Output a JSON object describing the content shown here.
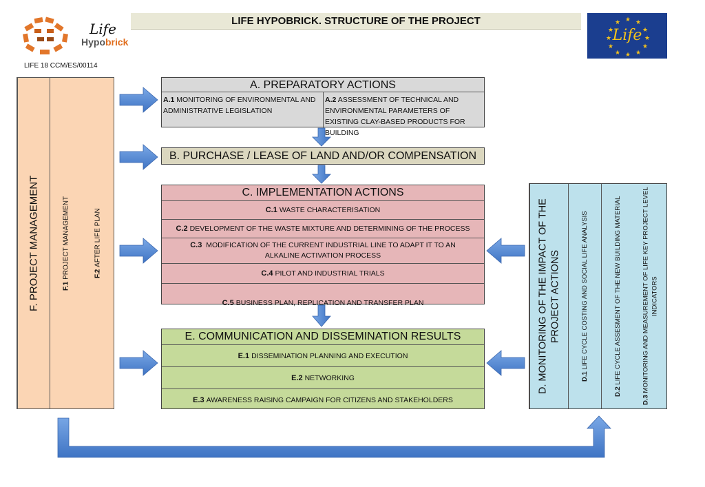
{
  "header": {
    "title": "LIFE HYPOBRICK. STRUCTURE OF THE PROJECT",
    "project_code": "LIFE 18  CCM/ES/00114",
    "logo_life": "Life",
    "logo_hypo": "Hypo",
    "logo_brick": "brick",
    "eu_logo_text": "Life"
  },
  "colors": {
    "f_panel": "#fbd5b4",
    "a_panel": "#d9d9d9",
    "b_panel": "#dbd7bf",
    "c_panel": "#e6b6b8",
    "d_panel": "#bde1ec",
    "e_panel": "#c5da9a",
    "arrow": "#5b8fd6",
    "eu_blue": "#1b3e8f",
    "eu_star": "#f4c21c"
  },
  "F": {
    "title": "F. PROJECT MANAGEMENT",
    "f1_code": "F.1",
    "f1_text": "PROJECT MANAGEMENT",
    "f2_code": "F.2",
    "f2_text": "AFTER LIFE PLAN"
  },
  "A": {
    "title": "A. PREPARATORY ACTIONS",
    "a1_code": "A.1",
    "a1_text": "MONITORING OF ENVIRONMENTAL AND ADMINISTRATIVE LEGISLATION",
    "a2_code": "A.2",
    "a2_text": "ASSESSMENT OF TECHNICAL AND ENVIRONMENTAL PARAMETERS OF EXISTING CLAY-BASED PRODUCTS FOR BUILDING"
  },
  "B": {
    "title": "B. PURCHASE / LEASE OF LAND AND/OR COMPENSATION"
  },
  "C": {
    "title": "C. IMPLEMENTATION ACTIONS",
    "items": [
      {
        "code": "C.1",
        "text": "WASTE CHARACTERISATION"
      },
      {
        "code": "C.2",
        "text": "DEVELOPMENT OF THE WASTE MIXTURE AND DETERMINING OF THE PROCESS"
      },
      {
        "code": "C.3",
        "text": "MODIFICATION OF THE CURRENT INDUSTRIAL LINE TO ADAPT IT TO AN ALKALINE ACTIVATION PROCESS"
      },
      {
        "code": "C.4",
        "text": "PILOT AND INDUSTRIAL TRIALS"
      },
      {
        "code": "C.5",
        "text": "BUSINESS PLAN, REPLICATION AND TRANSFER PLAN"
      }
    ]
  },
  "D": {
    "title": "D. MONITORING OF THE IMPACT OF THE PROJECT ACTIONS",
    "items": [
      {
        "code": "D.1",
        "text": "LIFE CYCLE COSTING AND SOCIAL LIFE ANALYSIS"
      },
      {
        "code": "D.2",
        "text": "LIFE CYCLE ASSESMENT OF THE NEW BUILDING MATERIAL"
      },
      {
        "code": "D.3",
        "text": "MONITORING AND MEASUREMENT OF LIFE KEY PROJECT LEVEL INDICATORS"
      }
    ]
  },
  "E": {
    "title": "E. COMMUNICATION AND DISSEMINATION RESULTS",
    "items": [
      {
        "code": "E.1",
        "text": "DISSEMINATION PLANNING AND EXECUTION"
      },
      {
        "code": "E.2",
        "text": "NETWORKING"
      },
      {
        "code": "E.3",
        "text": "AWARENESS RAISING CAMPAIGN FOR CITIZENS AND STAKEHOLDERS"
      }
    ]
  }
}
